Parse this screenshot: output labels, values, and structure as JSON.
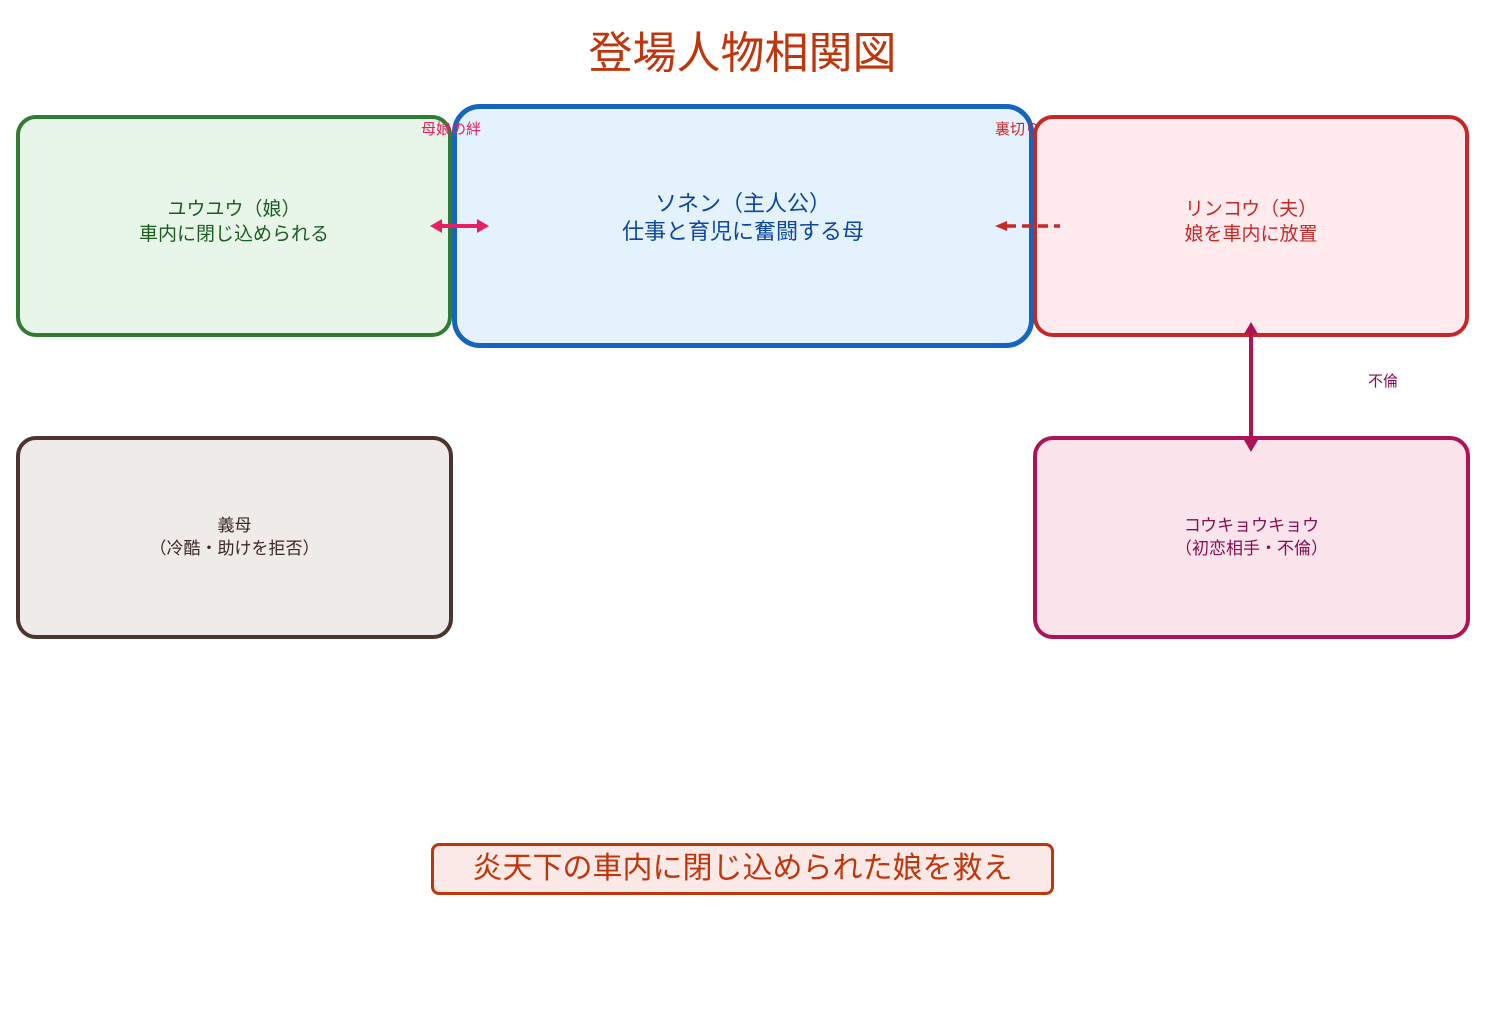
{
  "title": "登場人物相関図",
  "nodes": {
    "yuyu": {
      "line1": "ユウユウ（娘）",
      "line2": "車内に閉じ込められる"
    },
    "sonen": {
      "line1": "ソネン（主人公）",
      "line2": "仕事と育児に奮闘する母"
    },
    "rinkou": {
      "line1": "リンコウ（夫）",
      "line2": "娘を車内に放置"
    },
    "gibo": {
      "line1": "義母",
      "line2": "（冷酷・助けを拒否）"
    },
    "koukyo": {
      "line1": "コウキョウキョウ",
      "line2": "（初恋相手・不倫）"
    }
  },
  "edges": {
    "bond": {
      "label": "母娘の絆",
      "color": "#e91e63"
    },
    "betrayal": {
      "label": "裏切り",
      "color": "#c62828"
    },
    "affair": {
      "label": "不倫",
      "color": "#ad1457"
    }
  },
  "banner": {
    "text": "炎天下の車内に閉じ込められた娘を救え"
  },
  "colors": {
    "title": "#bf360c",
    "yuyu": "#2e7d32",
    "sonen": "#1565c0",
    "rinkou": "#c62828",
    "gibo": "#4e342e",
    "koukyo": "#ad1457"
  }
}
